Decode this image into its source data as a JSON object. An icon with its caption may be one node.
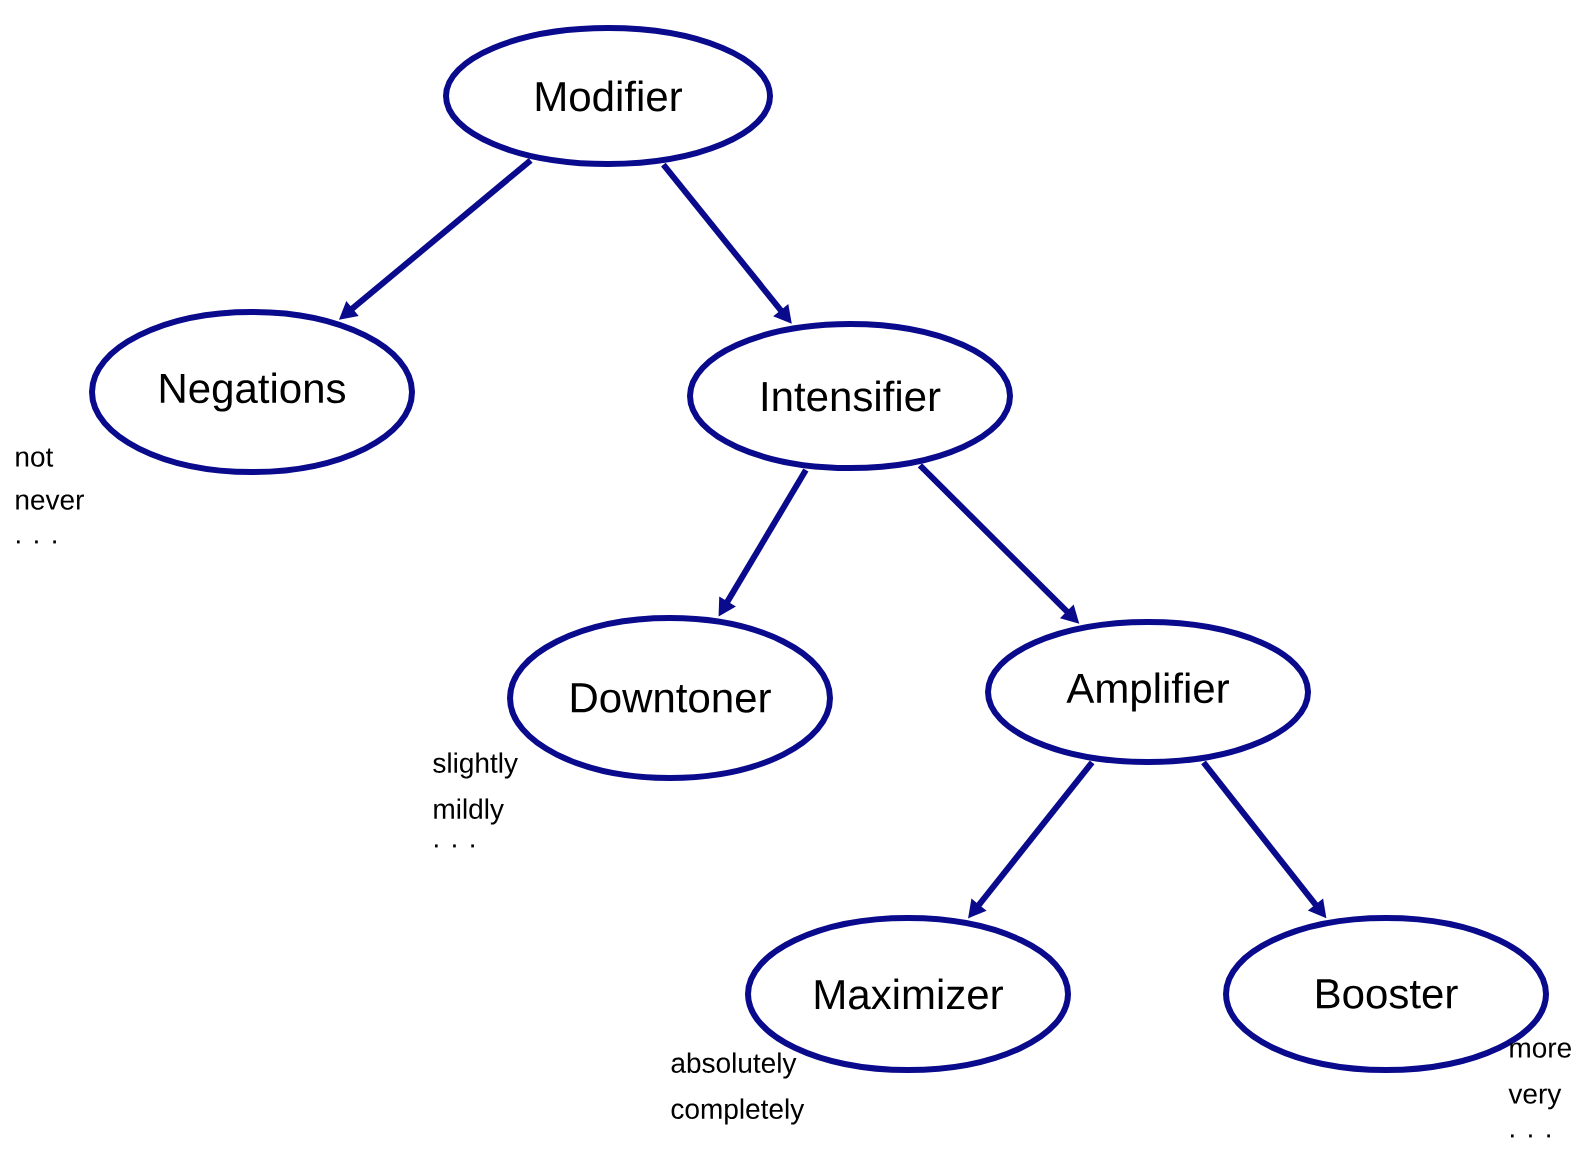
{
  "diagram": {
    "nodes": [
      {
        "text": [
          "Modifier"
        ]
      },
      {
        "text": [
          "Negations"
        ],
        "beside": [
          "not",
          "never",
          ". . ."
        ]
      },
      {
        "text": [
          "Intensifier"
        ]
      },
      {
        "text": [
          "Downtoner"
        ],
        "beside": [
          "slightly",
          "mildly",
          ". . ."
        ]
      },
      {
        "text": [
          "Amplifier"
        ]
      },
      {
        "text": [
          "Maximizer"
        ],
        "beside": [
          "absolutely",
          "completely"
        ]
      },
      {
        "text": [
          "Booster"
        ],
        "beside": [
          "more",
          "very",
          ". . ."
        ]
      }
    ],
    "edges": [
      {
        "from": 0,
        "to": 1,
        "arrow": "to"
      },
      {
        "from": 0,
        "to": 2,
        "arrow": "to"
      },
      {
        "from": 2,
        "to": 3,
        "arrow": "to"
      },
      {
        "from": 2,
        "to": 4,
        "arrow": "to"
      },
      {
        "from": 4,
        "to": 5,
        "arrow": "to"
      },
      {
        "from": 4,
        "to": 6,
        "arrow": "to"
      }
    ]
  }
}
